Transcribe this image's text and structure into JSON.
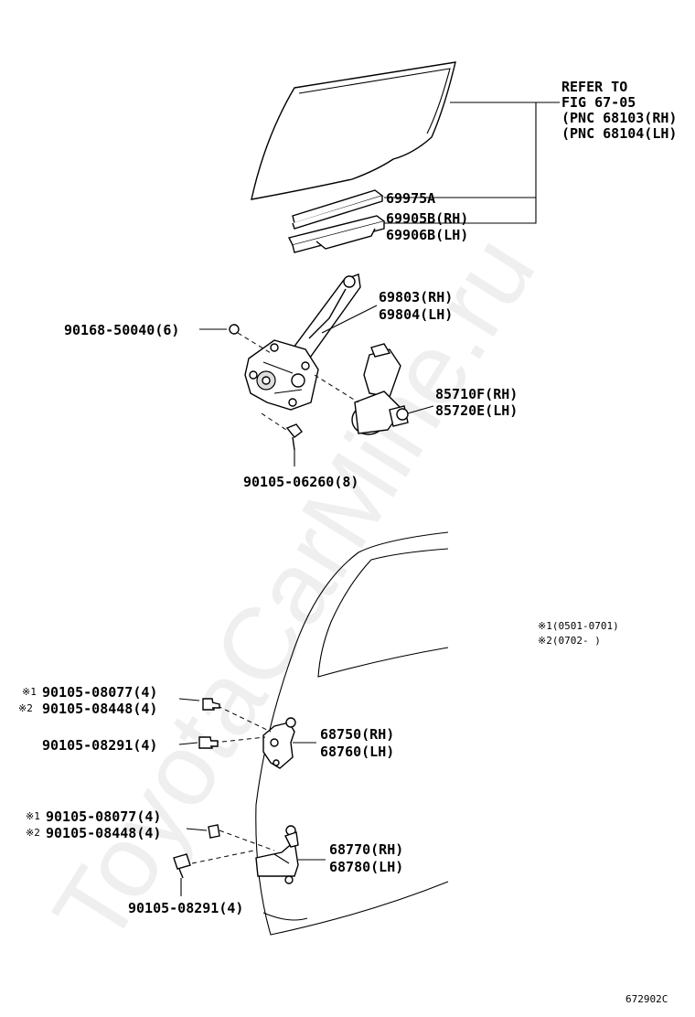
{
  "watermark": "ToyotaCarMine.ru",
  "figure_code": "672902C",
  "refer": {
    "line1": "REFER TO",
    "line2": "FIG 67-05",
    "line3": "(PNC 68103(RH)",
    "line4": "(PNC 68104(LH)"
  },
  "labels": {
    "p69975a": "69975A",
    "p69905b": "69905B(RH)",
    "p69906b": "69906B(LH)",
    "p69803": "69803(RH)",
    "p69804": "69804(LH)",
    "p90168": "90168-50040(6)",
    "p85710f": "85710F(RH)",
    "p85720e": "85720E(LH)",
    "p90105_06260": "90105-06260(8)",
    "p90105_08077_a": "90105-08077(4)",
    "p90105_08448_a": "90105-08448(4)",
    "p90105_08291_a": "90105-08291(4)",
    "p68750": "68750(RH)",
    "p68760": "68760(LH)",
    "p90105_08077_b": "90105-08077(4)",
    "p90105_08448_b": "90105-08448(4)",
    "p68770": "68770(RH)",
    "p68780": "68780(LH)",
    "p90105_08291_b": "90105-08291(4)"
  },
  "marks": {
    "m1": "※1",
    "m2": "※2"
  },
  "legend": {
    "note1": "※1(0501-0701)",
    "note2": "※2(0702-      )"
  }
}
